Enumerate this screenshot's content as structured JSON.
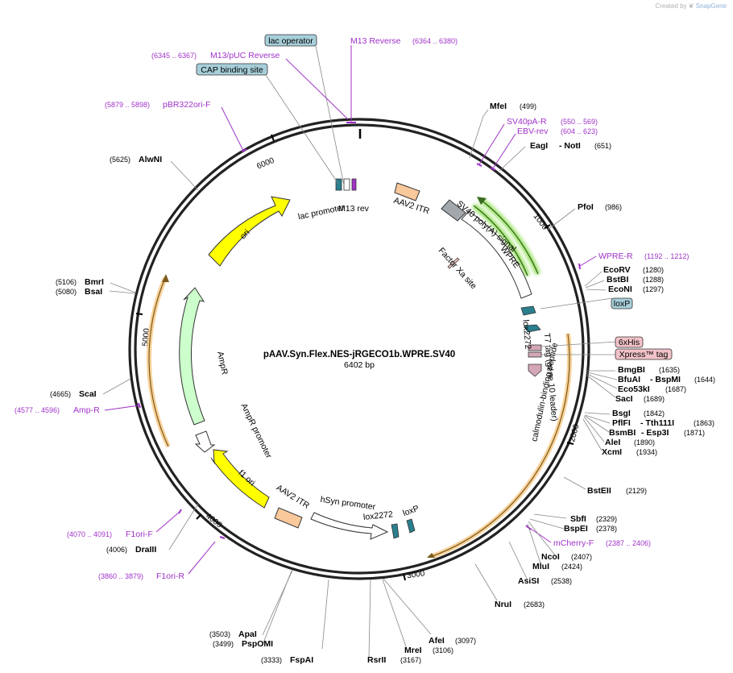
{
  "brand": {
    "prefix": "Created by",
    "name": "SnapGene"
  },
  "plasmid": {
    "name": "pAAV.Syn.Flex.NES-jRGECO1b.WPRE.SV40",
    "size_label": "6402 bp",
    "length": 6402
  },
  "ticks": [
    {
      "bp": 1000,
      "label": "1000"
    },
    {
      "bp": 2000,
      "label": "2000"
    },
    {
      "bp": 3000,
      "label": "3000"
    },
    {
      "bp": 4000,
      "label": "4000"
    },
    {
      "bp": 5000,
      "label": "5000"
    },
    {
      "bp": 6000,
      "label": "6000"
    }
  ],
  "features": [
    {
      "id": "aav2-itr-left",
      "label": "AAV2 ITR",
      "kind": "box",
      "color": "#f9c89b"
    },
    {
      "id": "sv40-polya",
      "label": "SV40 poly(A) signal",
      "kind": "box",
      "color": "#a3a8ad"
    },
    {
      "id": "wpre",
      "label": "WPRE",
      "kind": "arrow",
      "color": "#ffffff"
    },
    {
      "id": "factor-xa",
      "label": "Factor Xa site",
      "kind": "box",
      "color": "#f5c1c1"
    },
    {
      "id": "lox2272-a",
      "label": "lox2272",
      "kind": "arrow",
      "color": "#2a7f8e"
    },
    {
      "id": "loxp-a",
      "label": "loxP",
      "kind": "arrow",
      "color": "#2a7f8e"
    },
    {
      "id": "t7-tag",
      "label": "T7 tag (gene 10 leader)",
      "kind": "box",
      "color": "#d3a6b8"
    },
    {
      "id": "calmodulin",
      "label": "calmodulin-binding peptide",
      "kind": "box",
      "color": "#d3a6b8"
    },
    {
      "id": "6xhis",
      "label": "6xHis",
      "kind": "box",
      "color": "#d3a6b8"
    },
    {
      "id": "xpress",
      "label": "Xpress™ tag",
      "kind": "box",
      "color": "#d3a6b8"
    },
    {
      "id": "hsyn",
      "label": "hSyn promoter",
      "kind": "arrow",
      "color": "#ffffff"
    },
    {
      "id": "lox2272-b",
      "label": "lox2272",
      "kind": "arrow",
      "color": "#2a7f8e"
    },
    {
      "id": "loxp-b",
      "label": "loxP",
      "kind": "arrow",
      "color": "#2a7f8e"
    },
    {
      "id": "aav2-itr-right",
      "label": "AAV2 ITR",
      "kind": "box",
      "color": "#f9c89b"
    },
    {
      "id": "f1-ori",
      "label": "f1 ori",
      "kind": "arrow",
      "color": "#ffff00"
    },
    {
      "id": "ampr-promoter",
      "label": "AmpR promoter",
      "kind": "arrow",
      "color": "#ffffff"
    },
    {
      "id": "ampr",
      "label": "AmpR",
      "kind": "arrow",
      "color": "#ccffcc"
    },
    {
      "id": "ori",
      "label": "ori",
      "kind": "arrow",
      "color": "#ffff00"
    },
    {
      "id": "lac-promoter",
      "label": "lac promoter",
      "kind": "box",
      "color": "#2a7f8e"
    },
    {
      "id": "m13-rev",
      "label": "M13 rev",
      "kind": "box",
      "color": "#a032c8"
    }
  ],
  "tagged_features": [
    {
      "id": "lac-operator",
      "label": "lac operator",
      "color": "#a7cfda"
    },
    {
      "id": "cap-binding-site",
      "label": "CAP binding site",
      "color": "#a7cfda"
    },
    {
      "id": "loxp-tag",
      "label": "loxP",
      "color": "#a7cfda"
    },
    {
      "id": "6xhis-tag",
      "label": "6xHis",
      "color": "#f2c2c9"
    },
    {
      "id": "xpress-tag",
      "label": "Xpress™ tag",
      "color": "#f2c2c9"
    }
  ],
  "primers": [
    {
      "name": "M13 Reverse",
      "range": "(6364 .. 6380)"
    },
    {
      "name": "M13/pUC Reverse",
      "range": "(6345 .. 6367)"
    },
    {
      "name": "pBR322ori-F",
      "range": "(5879 .. 5898)"
    },
    {
      "name": "SV40pA-R",
      "range": "(550 .. 569)"
    },
    {
      "name": "EBV-rev",
      "range": "(604 .. 623)"
    },
    {
      "name": "WPRE-R",
      "range": "(1192 .. 1212)"
    },
    {
      "name": "mCherry-F",
      "range": "(2387 .. 2406)"
    },
    {
      "name": "F1ori-F",
      "range": "(4070 .. 4091)"
    },
    {
      "name": "F1ori-R",
      "range": "(3860 .. 3879)"
    },
    {
      "name": "Amp-R",
      "range": "(4577 .. 4596)"
    }
  ],
  "enzymes": [
    {
      "name": "MfeI",
      "pos": "(499)"
    },
    {
      "name": "EagI",
      "extra": "- NotI",
      "pos": "(651)"
    },
    {
      "name": "PfoI",
      "pos": "(986)"
    },
    {
      "name": "EcoRV",
      "pos": "(1280)"
    },
    {
      "name": "BstBI",
      "pos": "(1288)"
    },
    {
      "name": "EcoNI",
      "pos": "(1297)"
    },
    {
      "name": "BmgBI",
      "pos": "(1635)"
    },
    {
      "name": "BfuAI",
      "extra": "- BspMI",
      "pos": "(1644)"
    },
    {
      "name": "Eco53kI",
      "pos": "(1687)"
    },
    {
      "name": "SacI",
      "pos": "(1689)"
    },
    {
      "name": "BsgI",
      "pos": "(1842)"
    },
    {
      "name": "PflFI",
      "extra": "- Tth111I",
      "pos": "(1863)"
    },
    {
      "name": "BsmBI",
      "extra": "- Esp3I",
      "pos": "(1871)"
    },
    {
      "name": "AleI",
      "pos": "(1890)"
    },
    {
      "name": "XcmI",
      "pos": "(1934)"
    },
    {
      "name": "BstEII",
      "pos": "(2129)"
    },
    {
      "name": "SbfI",
      "pos": "(2329)"
    },
    {
      "name": "BspEI",
      "pos": "(2378)"
    },
    {
      "name": "NcoI",
      "pos": "(2407)"
    },
    {
      "name": "MluI",
      "pos": "(2424)"
    },
    {
      "name": "AsiSI",
      "pos": "(2538)"
    },
    {
      "name": "NruI",
      "pos": "(2683)"
    },
    {
      "name": "AfeI",
      "pos": "(3097)"
    },
    {
      "name": "MreI",
      "pos": "(3106)"
    },
    {
      "name": "RsrII",
      "pos": "(3167)"
    },
    {
      "name": "FspAI",
      "pos": "(3333)"
    },
    {
      "name": "PspOMI",
      "pos": "(3499)"
    },
    {
      "name": "ApaI",
      "pos": "(3503)"
    },
    {
      "name": "DraIII",
      "pos": "(4006)"
    },
    {
      "name": "ScaI",
      "pos": "(4665)"
    },
    {
      "name": "BsaI",
      "pos": "(5080)"
    },
    {
      "name": "BmrI",
      "pos": "(5106)"
    },
    {
      "name": "AlwNI",
      "pos": "(5625)"
    }
  ]
}
